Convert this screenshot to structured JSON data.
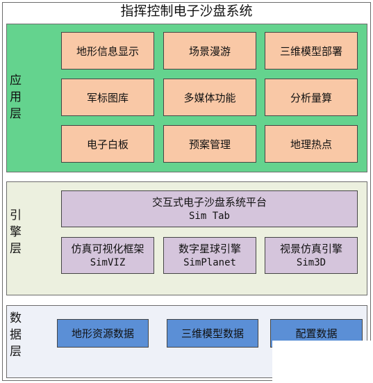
{
  "title": "指挥控制电子沙盘系统",
  "layers": {
    "app": {
      "label": [
        "应",
        "用",
        "层"
      ],
      "color": "#64d38e",
      "items": [
        "地形信息显示",
        "场景漫游",
        "三维模型部署",
        "军标图库",
        "多媒体功能",
        "分析量算",
        "电子白板",
        "预案管理",
        "地理热点"
      ]
    },
    "engine": {
      "label": [
        "引",
        "擎",
        "层"
      ],
      "color": "#ecf0df",
      "platform": {
        "line1": "交互式电子沙盘系统平台",
        "line2": "Sim Tab"
      },
      "items": [
        {
          "line1": "仿真可视化框架",
          "line2": "SimVIZ"
        },
        {
          "line1": "数字星球引擎",
          "line2": "SimPlanet"
        },
        {
          "line1": "视景仿真引擎",
          "line2": "Sim3D"
        }
      ]
    },
    "data": {
      "label": [
        "数",
        "据",
        "层"
      ],
      "color": "#eef1f8",
      "items": [
        "地形资源数据",
        "三维模型数据",
        "配置数据"
      ]
    }
  }
}
